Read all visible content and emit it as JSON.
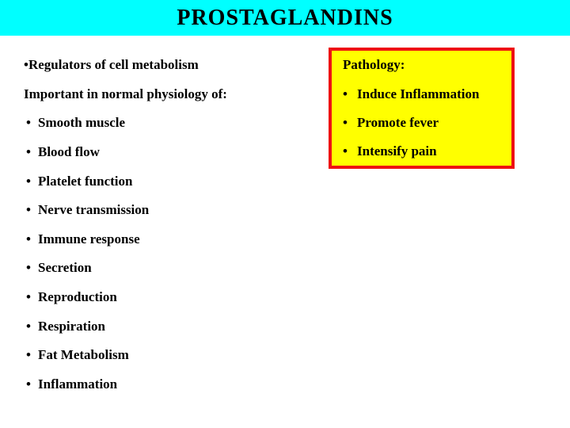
{
  "slide": {
    "title": "PROSTAGLANDINS",
    "bullet_glyph": "•",
    "colors": {
      "header_bg": "#00FFFF",
      "body_bg": "#FFFFFF",
      "text": "#000000",
      "pathology_bg": "#FFFF00",
      "pathology_border": "#EE1111"
    },
    "left_column": {
      "intro_bullet": "•",
      "intro_text": "Regulators of cell metabolism",
      "subtitle": "Important in normal physiology of:",
      "items": [
        {
          "label": "Smooth muscle"
        },
        {
          "label": "Blood flow"
        },
        {
          "label": "Platelet function"
        },
        {
          "label": "Nerve transmission"
        },
        {
          "label": "Immune response"
        },
        {
          "label": "Secretion"
        },
        {
          "label": "Reproduction"
        },
        {
          "label": "Respiration"
        },
        {
          "label": "Fat Metabolism"
        },
        {
          "label": "Inflammation"
        }
      ]
    },
    "pathology_box": {
      "heading": "Pathology:",
      "items": [
        {
          "label": "Induce Inflammation"
        },
        {
          "label": "Promote fever"
        },
        {
          "label": "Intensify pain"
        }
      ]
    }
  }
}
